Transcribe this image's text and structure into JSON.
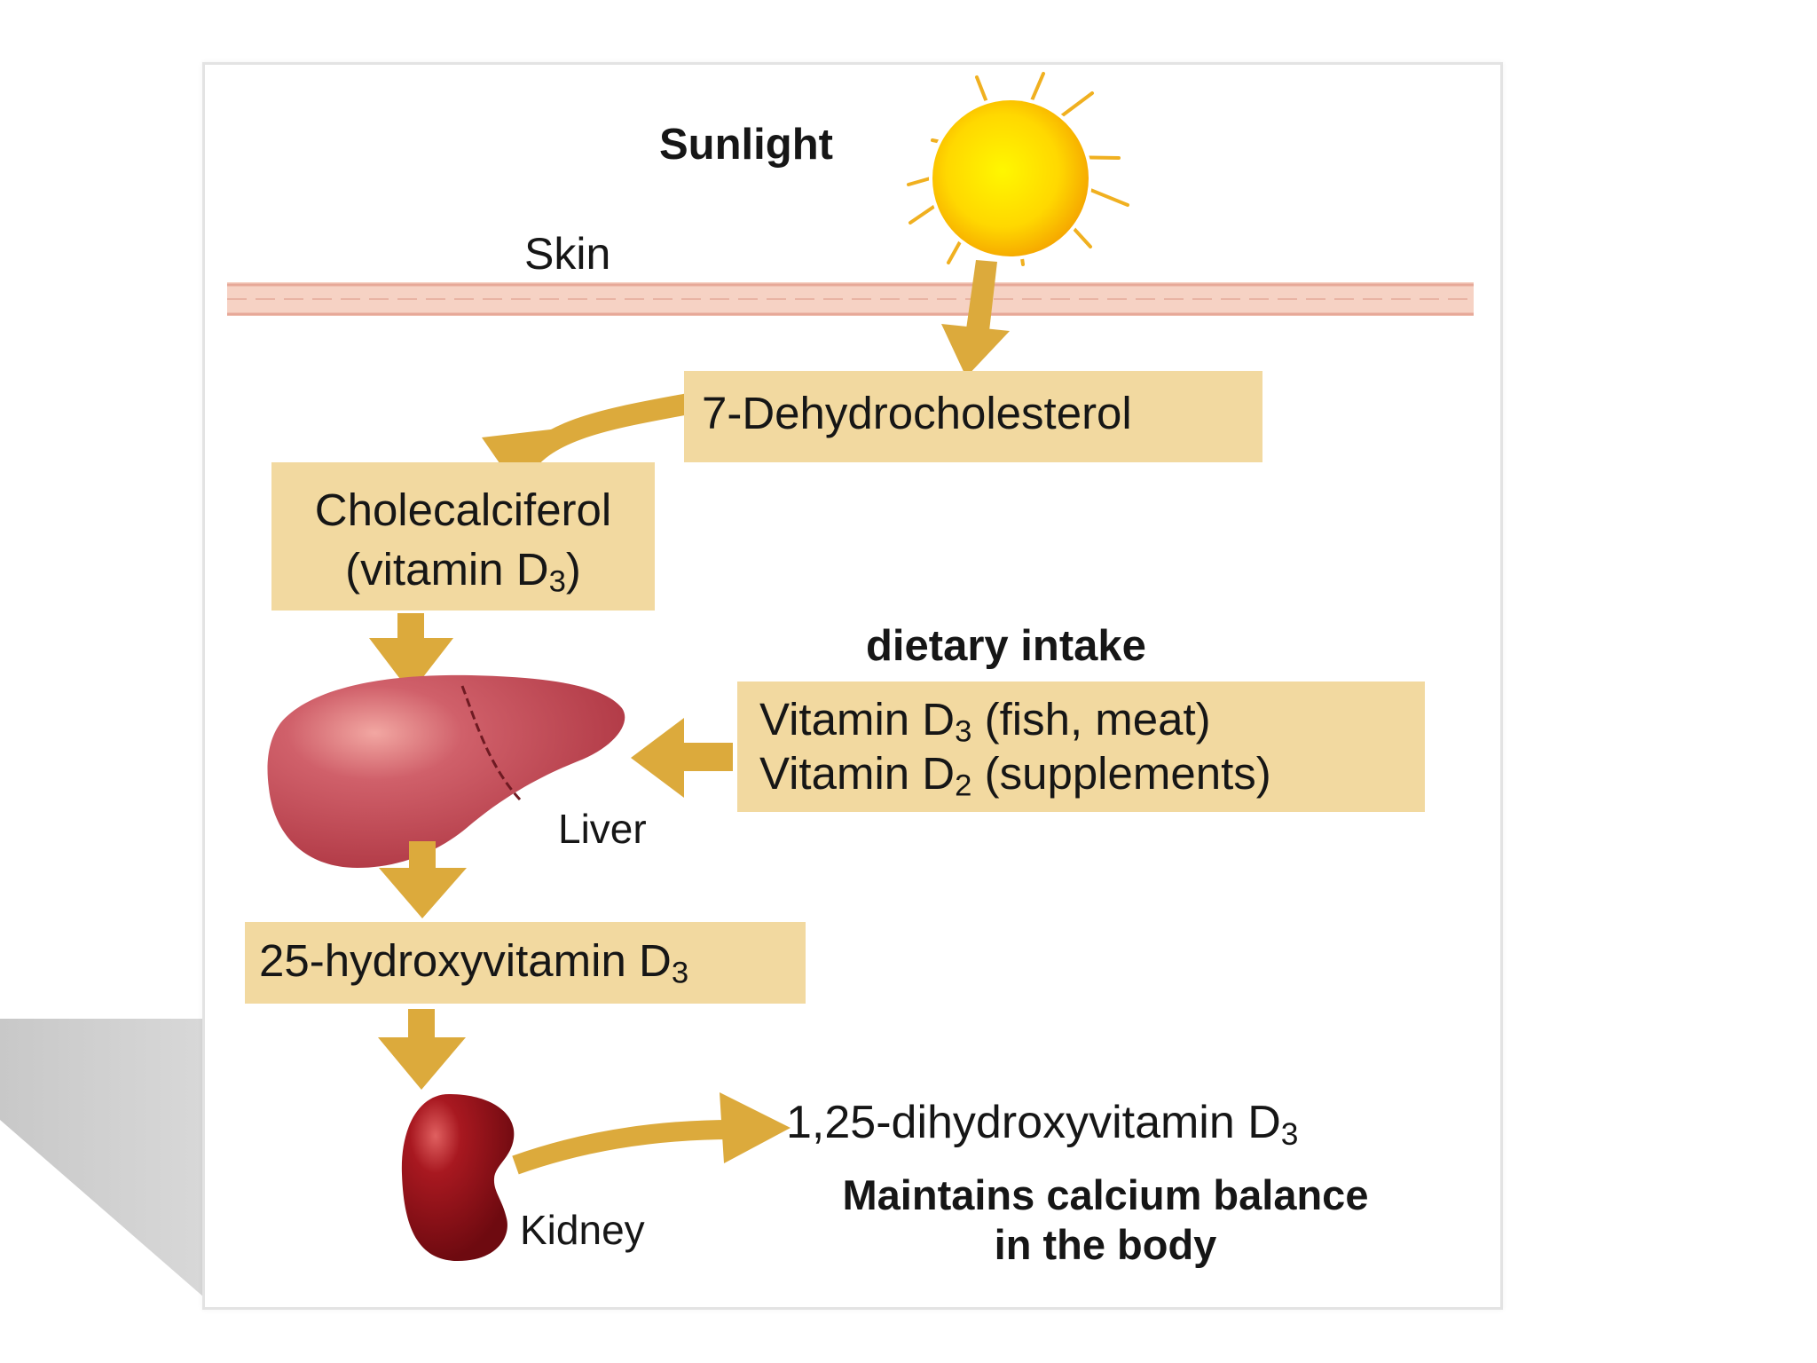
{
  "diagram": {
    "sunlight": "Sunlight",
    "skin": "Skin",
    "dehydro": "7-Dehydrocholesterol",
    "chole_line1": "Cholecalciferol",
    "chole_line2_prefix": "(vitamin D",
    "chole_line2_sub": "3",
    "chole_line2_suffix": ")",
    "dietary_intake": "dietary intake",
    "diet_line1_prefix": "Vitamin D",
    "diet_line1_sub": "3",
    "diet_line1_suffix": " (fish, meat)",
    "diet_line2_prefix": "Vitamin D",
    "diet_line2_sub": "2",
    "diet_line2_suffix": " (supplements)",
    "liver": "Liver",
    "hydroxy_prefix": "25-hydroxyvitamin D",
    "hydroxy_sub": "3",
    "kidney": "Kidney",
    "dihydroxy_prefix": "1,25-dihydroxyvitamin D",
    "dihydroxy_sub": "3",
    "maintains_line1": "Maintains calcium balance",
    "maintains_line2": "in the body"
  },
  "colors": {
    "box_fill": "#f2d9a0",
    "arrow": "#dcaa3c",
    "sun_core": "#ffe600",
    "sun_edge": "#f5a800",
    "liver": "#c8505a",
    "kidney": "#8b0d14",
    "skin_band": "#f3c4b4"
  }
}
